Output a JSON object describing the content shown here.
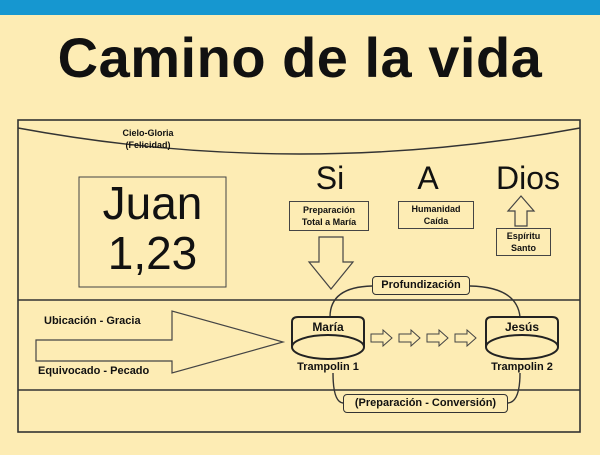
{
  "title": "Camino de la vida",
  "cielo": {
    "line1": "Cielo-Gloria",
    "line2": "(Felicidad)"
  },
  "juan": {
    "line1": "Juan",
    "line2": "1,23"
  },
  "words": {
    "si": "Si",
    "a": "A",
    "dios": "Dios"
  },
  "boxes": {
    "preparacion_line1": "Preparación",
    "preparacion_line2": "Total a María",
    "humanidad_line1": "Humanidad",
    "humanidad_line2": "Caída",
    "espiritu_line1": "Espíritu",
    "espiritu_line2": "Santo"
  },
  "profundizacion": "Profundización",
  "ubicacion": "Ubicación - Gracia",
  "equivocado": "Equivocado - Pecado",
  "maria": "María",
  "jesus": "Jesús",
  "trampolin1": "Trampolin 1",
  "trampolin2": "Trampolin 2",
  "conversion": "(Preparación - Conversión)",
  "colors": {
    "background": "#fdecb4",
    "top_bar": "#1697d0"
  }
}
